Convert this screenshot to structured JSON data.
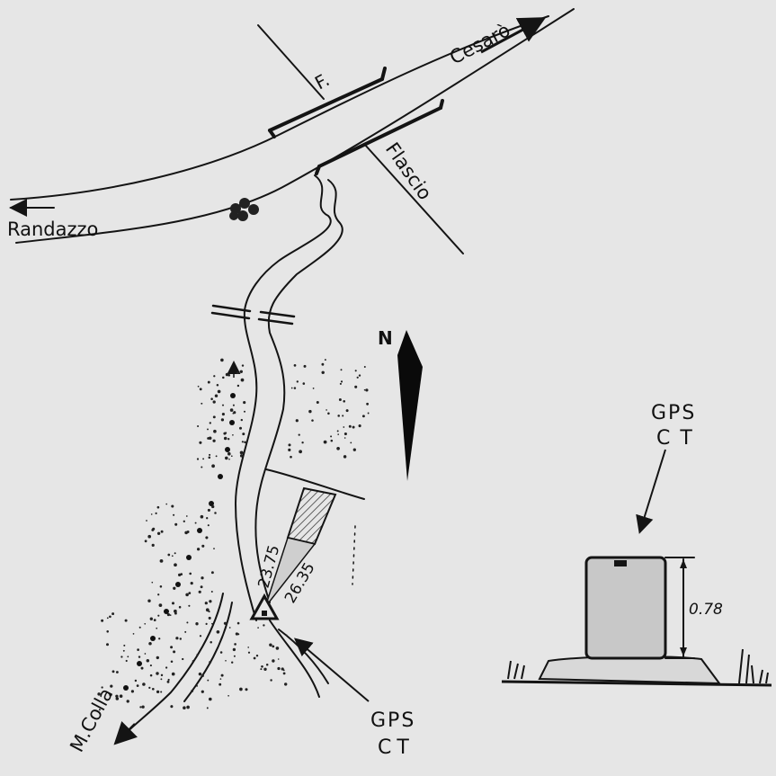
{
  "places": {
    "randazzo": "Randazzo",
    "cesaro": "Cesarò",
    "flascio_prefix": "F.",
    "flascio": "Flascio",
    "mcolla": "M.Colla"
  },
  "north": "N",
  "station": {
    "gps": "GPS",
    "ct": "CT",
    "dist_a": "23.75",
    "dist_b": "26.35"
  },
  "detail": {
    "gps": "GPS",
    "ct": "C T",
    "height": "0.78"
  },
  "colors": {
    "ink": "#141414",
    "paper": "#e6e6e6",
    "triangle_fill": "#cfcfcf",
    "block_fill": "#c8c8c8"
  }
}
